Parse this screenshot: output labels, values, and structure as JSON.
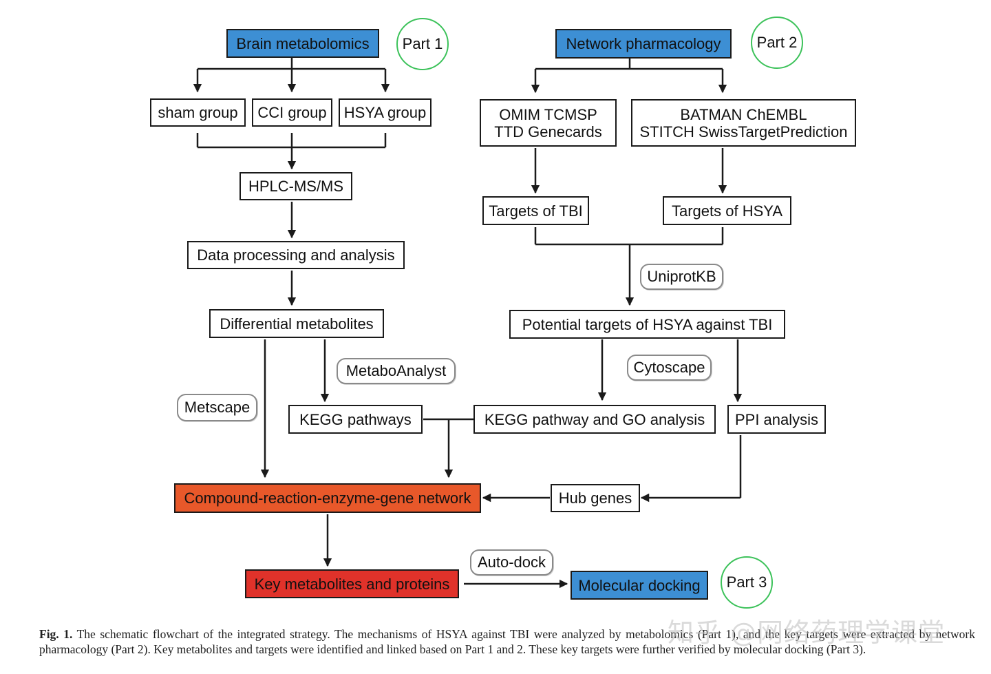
{
  "parts": {
    "part1": "Part 1",
    "part2": "Part 2",
    "part3": "Part 3"
  },
  "nodes": {
    "brain_metabolomics": "Brain metabolomics",
    "network_pharmacology": "Network pharmacology",
    "sham_group": "sham group",
    "cci_group": "CCI group",
    "hsya_group": "HSYA group",
    "db_left_line1": "OMIM  TCMSP",
    "db_left_line2": "TTD  Genecards",
    "db_right_line1": "BATMAN  ChEMBL",
    "db_right_line2": "STITCH SwissTargetPrediction",
    "hplc": "HPLC-MS/MS",
    "data_processing": "Data processing and analysis",
    "targets_tbi": "Targets of TBI",
    "targets_hsya": "Targets of HSYA",
    "differential_metabolites": "Differential metabolites",
    "potential_targets": "Potential targets of HSYA against TBI",
    "kegg_pathways": "KEGG pathways",
    "kegg_go": "KEGG pathway and GO analysis",
    "ppi": "PPI analysis",
    "network": "Compound-reaction-enzyme-gene network",
    "hub_genes": "Hub genes",
    "key_metabolites": "Key metabolites and proteins",
    "molecular_docking": "Molecular docking"
  },
  "tools": {
    "uniprotkb": "UniprotKB",
    "metaboanalyst": "MetaboAnalyst",
    "cytoscape": "Cytoscape",
    "metscape": "Metscape",
    "autodock": "Auto-dock"
  },
  "caption": {
    "label": "Fig. 1.",
    "text": " The schematic flowchart of the integrated strategy. The mechanisms of HSYA against TBI were analyzed by metabolomics (Part 1), and the key targets were extracted by network pharmacology (Part 2). Key metabolites and targets were identified and linked based on Part 1 and 2. These key targets were further verified by molecular docking (Part 3)."
  },
  "watermark": "知乎 @网络药理学课堂",
  "colors": {
    "blue_box": "#3d8fd4",
    "orange_box": "#e8582a",
    "red_box": "#e0322a",
    "part_circle": "#3cc25a",
    "tool_border": "#8a8a8a"
  }
}
